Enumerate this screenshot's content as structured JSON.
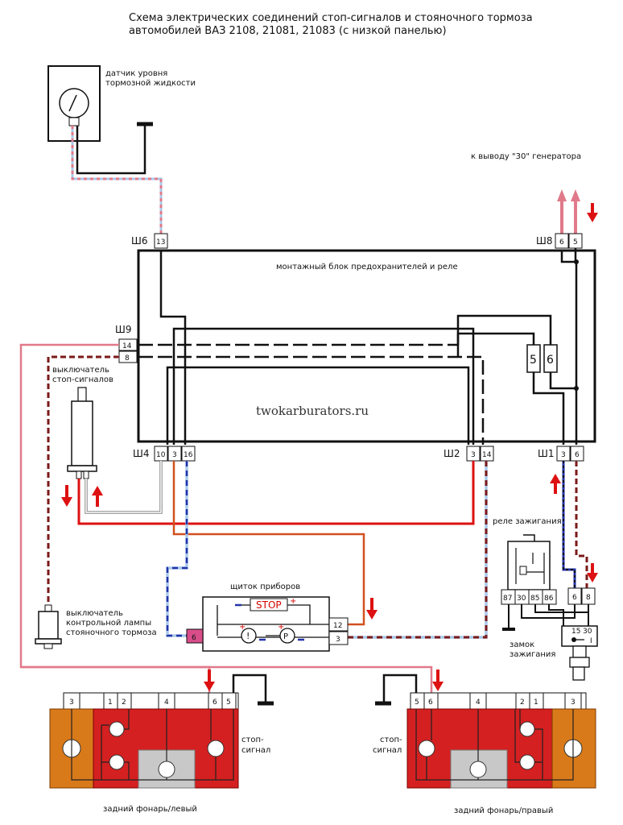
{
  "title_line1": "Схема электрических соединений стоп-сигналов и стояночного тормоза",
  "title_line2": "автомобилей ВАЗ 2108, 21081, 21083 (с низкой панелью)",
  "labels": {
    "fluid_sensor_l1": "датчик уровня",
    "fluid_sensor_l2": "тормозной жидкости",
    "generator": "к выводу \"30\" генератора",
    "mount_block": "монтажный блок предохранителей и реле",
    "stop_switch_l1": "выключатель",
    "stop_switch_l2": "стоп-сигналов",
    "park_switch_l1": "выключатель",
    "park_switch_l2": "контрольной лампы",
    "park_switch_l3": "стояночного тормоза",
    "ignition_relay": "реле зажигания",
    "cluster": "щиток приборов",
    "ignition_lock_l1": "замок",
    "ignition_lock_l2": "зажигания",
    "stop_signal_l1": "стоп-",
    "stop_signal_l2": "сигнал",
    "tail_left": "задний фонарь/левый",
    "tail_right": "задний фонарь/правый",
    "stop_badge": "STOP",
    "exclaim": "!",
    "p_lamp": "P",
    "watermark": "twokarburators.ru"
  },
  "connectors": {
    "sh6": {
      "name": "Ш6",
      "pins": [
        "13"
      ]
    },
    "sh8": {
      "name": "Ш8",
      "pins": [
        "6",
        "5"
      ]
    },
    "sh9": {
      "name": "Ш9",
      "pins": [
        "14",
        "8"
      ]
    },
    "sh4": {
      "name": "Ш4",
      "pins": [
        "10",
        "3",
        "16"
      ]
    },
    "sh2": {
      "name": "Ш2",
      "pins": [
        "3",
        "14"
      ]
    },
    "sh1": {
      "name": "Ш1",
      "pins": [
        "3",
        "6"
      ]
    }
  },
  "fuses": [
    "5",
    "6"
  ],
  "relay_pins": [
    "87",
    "30",
    "85",
    "86"
  ],
  "relay_out_pins": [
    "6",
    "8"
  ],
  "lock_terms": [
    "15",
    "30",
    "I"
  ],
  "cluster_pins": {
    "in": "6",
    "out1": "12",
    "out2": "3"
  },
  "tail_left_pins": [
    "3",
    "1",
    "2",
    "4",
    "6",
    "5"
  ],
  "tail_right_pins": [
    "5",
    "6",
    "4",
    "2",
    "1",
    "3"
  ],
  "colors": {
    "black": "#111111",
    "red": "#dd1111",
    "pink": "#e07a8a",
    "brown": "#7a1a1a",
    "blue": "#2233aa",
    "lightblue": "#a9c8e8",
    "orange": "#d2501e",
    "lamp_red": "#d42020",
    "lamp_orange": "#d97a1a",
    "lamp_gray": "#c8c8c8"
  }
}
